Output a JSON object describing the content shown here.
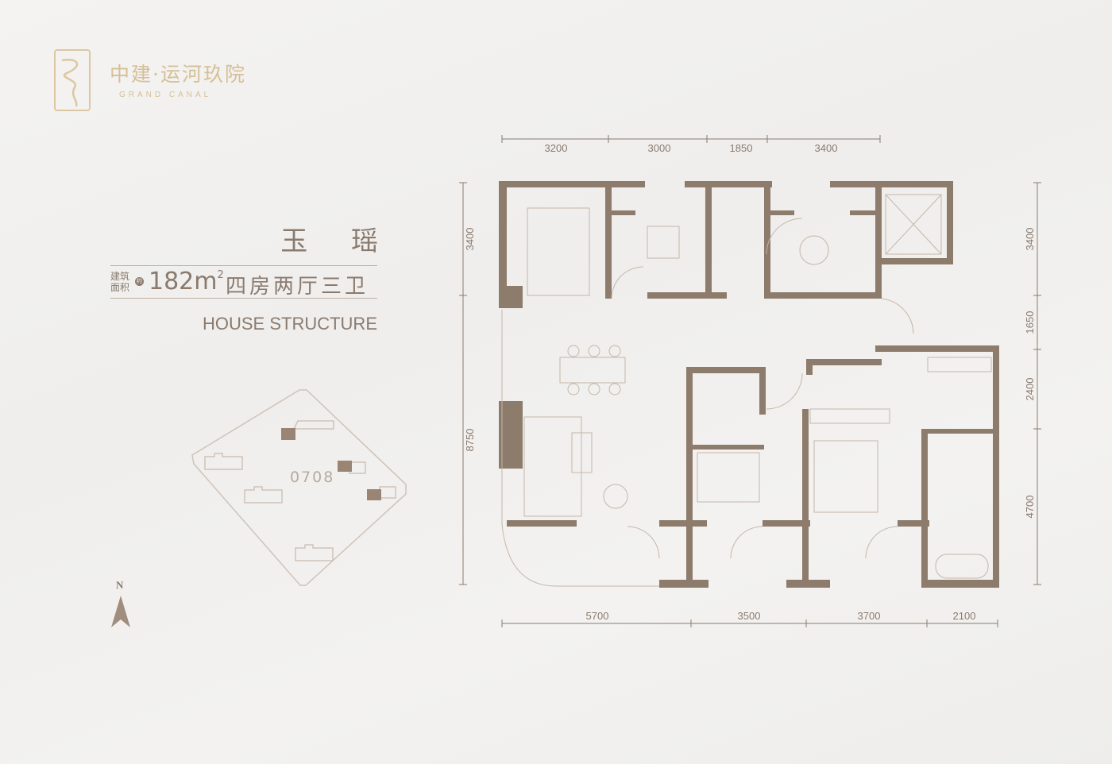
{
  "brand": {
    "name_cn": "中建·运河玖院",
    "name_en": "GRAND CANAL"
  },
  "unit": {
    "name": "玉 瑶",
    "area_label_line1": "建筑",
    "area_label_line2": "面积",
    "approx_badge": "约",
    "area_value": "182m",
    "area_sup": "2",
    "layout": "四房两厅三卫",
    "title_en": "HOUSE STRUCTURE"
  },
  "site_plan": {
    "building_label": "0708",
    "north_label": "N"
  },
  "dimensions": {
    "top": [
      "3200",
      "3000",
      "1850",
      "3400"
    ],
    "bottom": [
      "5700",
      "3500",
      "3700",
      "2100"
    ],
    "left": [
      "3400",
      "8750"
    ],
    "right": [
      "3400",
      "1650",
      "2400",
      "4700"
    ]
  },
  "colors": {
    "wall": "#8d7b6b",
    "text": "#8a7a6e",
    "brand": "#d6bf97",
    "line": "#c9bdb1"
  }
}
